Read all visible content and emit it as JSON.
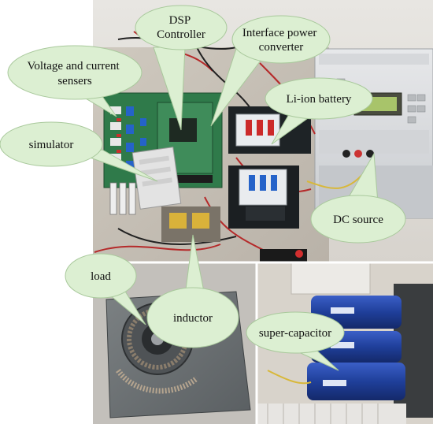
{
  "figure": {
    "callouts": [
      {
        "id": "dsp",
        "lines": [
          "DSP",
          "Controller"
        ]
      },
      {
        "id": "interface",
        "lines": [
          "Interface power",
          "converter"
        ]
      },
      {
        "id": "sensors",
        "lines": [
          "Voltage and current",
          "sensers"
        ]
      },
      {
        "id": "battery",
        "lines": [
          "Li-ion battery"
        ]
      },
      {
        "id": "simulator",
        "lines": [
          "simulator"
        ]
      },
      {
        "id": "dc",
        "lines": [
          "DC source"
        ]
      },
      {
        "id": "load",
        "lines": [
          "load"
        ]
      },
      {
        "id": "inductor",
        "lines": [
          "inductor"
        ]
      },
      {
        "id": "supercap",
        "lines": [
          "super-capacitor"
        ]
      }
    ],
    "colors": {
      "bubble_fill": "#dcefd2",
      "bubble_stroke": "#a9c99c",
      "pcb_green": "#2f7a4a",
      "capacitor_blue": "#1f3f9a",
      "breaker_white": "#e9ecef",
      "breaker_red": "#cc2a2a"
    }
  }
}
